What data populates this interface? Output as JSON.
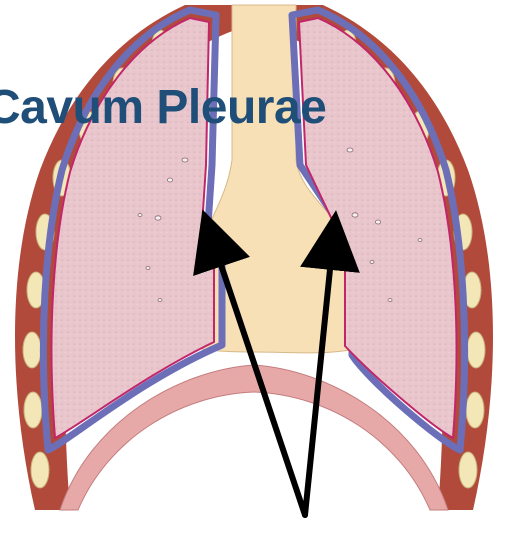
{
  "title": "Cavum Pleurae",
  "colors": {
    "title": "#1f4e79",
    "rib": "#f3e7b8",
    "muscle": "#b24a3c",
    "pleura_outer": "#6c6fb8",
    "pleura_inner": "#c2266a",
    "lung": "#e8c6cc",
    "mediastinum": "#f7dfb6",
    "diaphragm": "#e7a9a8",
    "arrow": "#000000"
  },
  "icons": {
    "arrow_left": "arrow-up-left",
    "arrow_right": "arrow-up"
  }
}
